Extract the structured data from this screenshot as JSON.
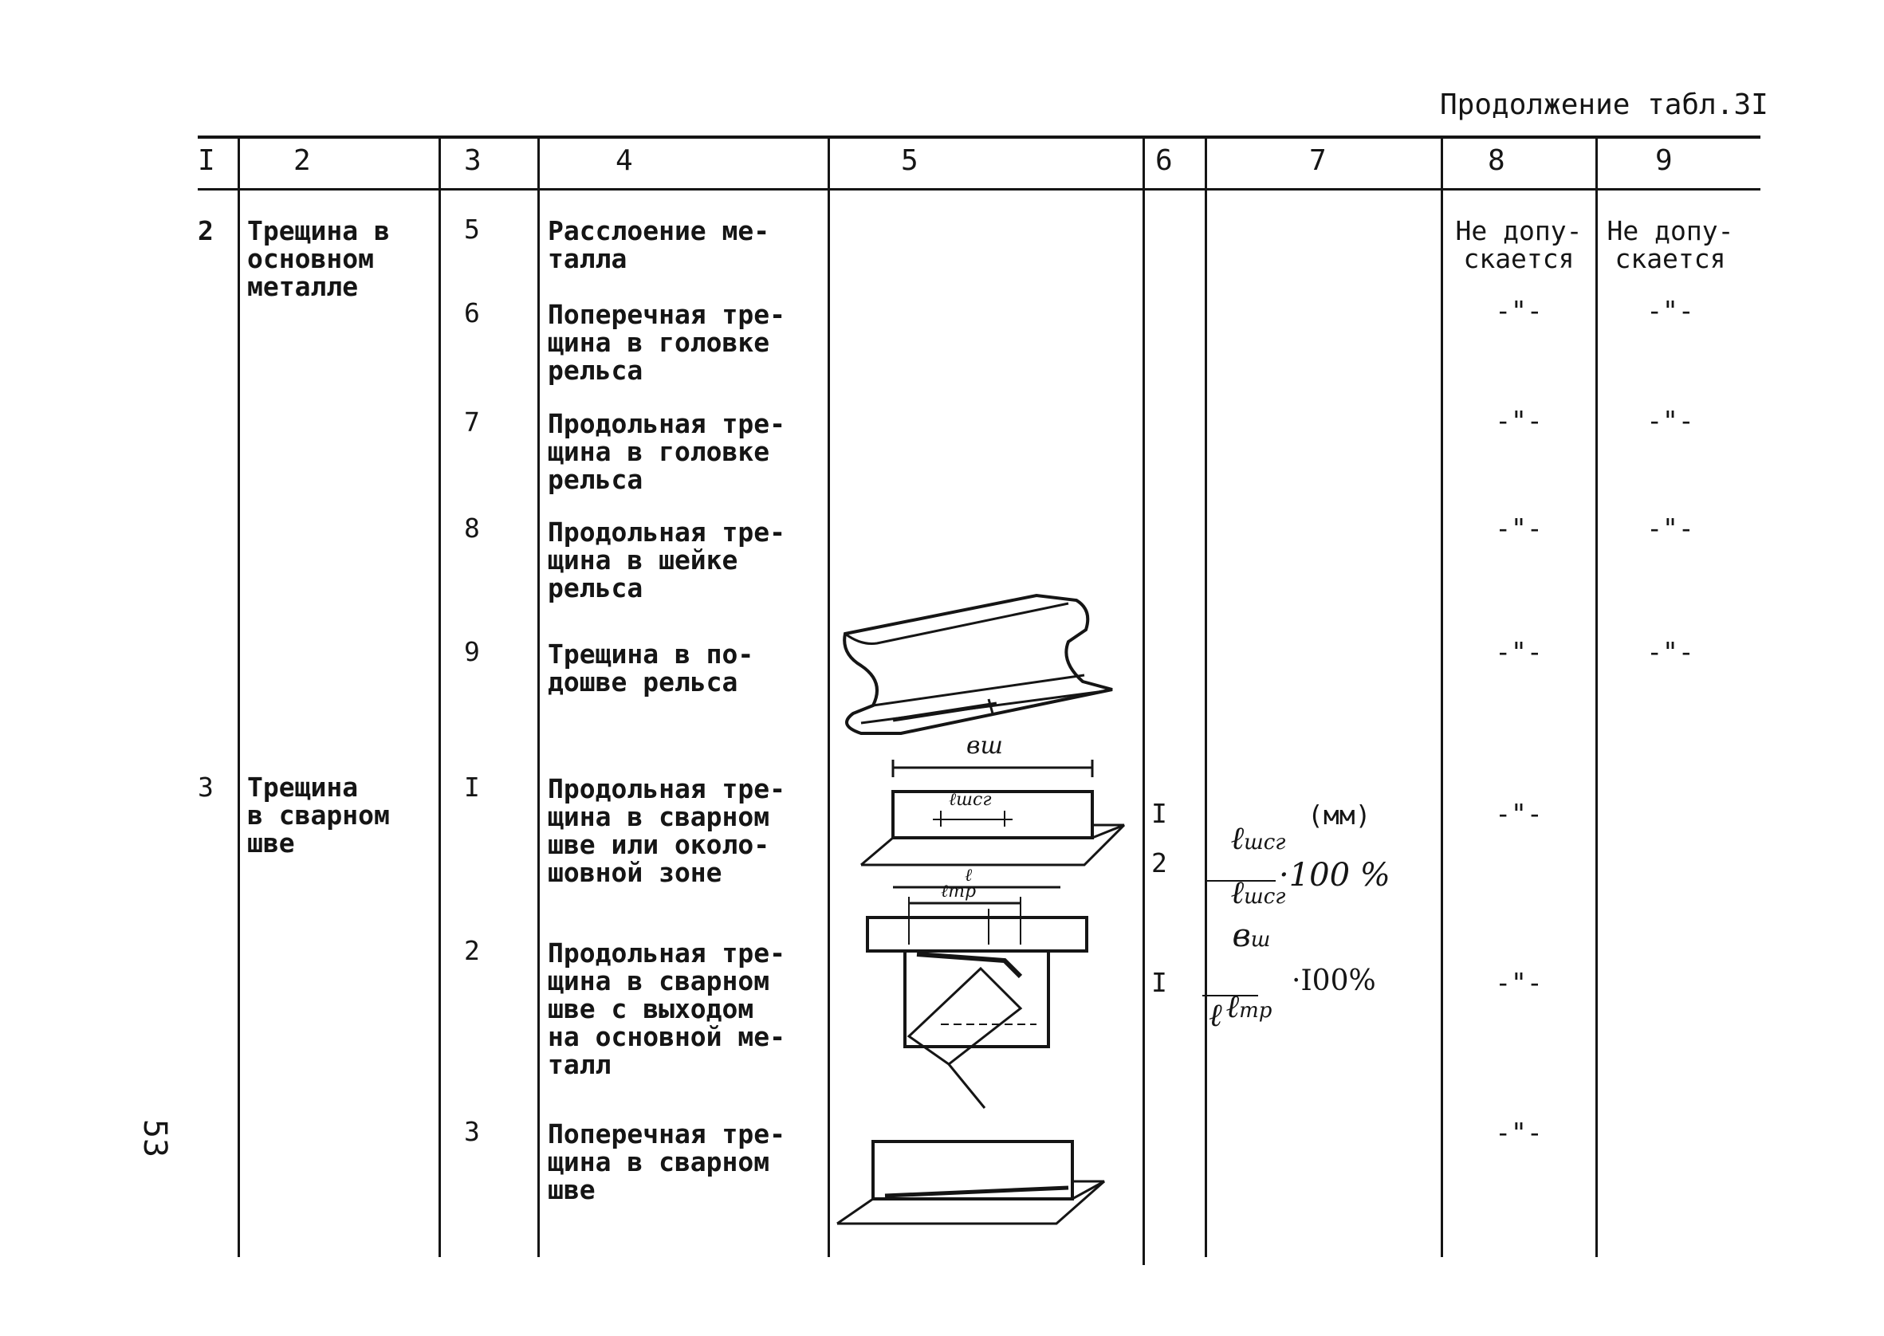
{
  "caption": "Продолжение табл.3I",
  "header": [
    "I",
    "2",
    "3",
    "4",
    "5",
    "6",
    "7",
    "8",
    "9"
  ],
  "groups": [
    {
      "num": "2",
      "name": "Трещина в\nосновном\nметалле"
    },
    {
      "num": "3",
      "name": "Трещина\nв сварном\nшве"
    }
  ],
  "rows": [
    {
      "code": "5",
      "desc": "Расслоение ме-\nталла",
      "col8": "Не допу-\nскается",
      "col9": "Не допу-\nскается"
    },
    {
      "code": "6",
      "desc": "Поперечная тре-\nщина в головке\nрельса",
      "col8": "-\"-",
      "col9": "-\"-"
    },
    {
      "code": "7",
      "desc": "Продольная тре-\nщина в головке\nрельса",
      "col8": "-\"-",
      "col9": "-\"-"
    },
    {
      "code": "8",
      "desc": "Продольная тре-\nщина в шейке\nрельса",
      "col8": "-\"-",
      "col9": "-\"-"
    },
    {
      "code": "9",
      "desc": "Трещина в по-\nдошве рельса",
      "col8": "-\"-",
      "col9": "-\"-"
    },
    {
      "code": "I",
      "desc": "Продольная тре-\nщина в сварном\nшве или около-\nшовной зоне",
      "col8": "-\"-"
    },
    {
      "code": "2",
      "desc": "Продольная тре-\nщина в сварном\nшве с выходом\nна основной ме-\nталл",
      "col8": "-\"-"
    },
    {
      "code": "3",
      "desc": "Поперечная тре-\nщина в сварном\nшве",
      "col8": "-\"-"
    }
  ],
  "col6": [
    "I",
    "2",
    "I"
  ],
  "formulas": {
    "f1_main": "ℓ",
    "f1_sub": "шсг",
    "f1_unit": "(мм)",
    "f2_num": "ℓ",
    "f2_num_sub": "шсг",
    "f2_den": "в",
    "f2_den_sub": "ш",
    "f2_tail": "·100 %",
    "f3_num": "ℓ",
    "f3_num_sub": "тр",
    "f3_den": "ℓ",
    "f3_tail": "·I00%"
  },
  "sketch_labels": {
    "bw": "вш",
    "lwcr": "ℓшсг",
    "l": "ℓ",
    "ltr": "ℓтр"
  },
  "page_number": "53"
}
